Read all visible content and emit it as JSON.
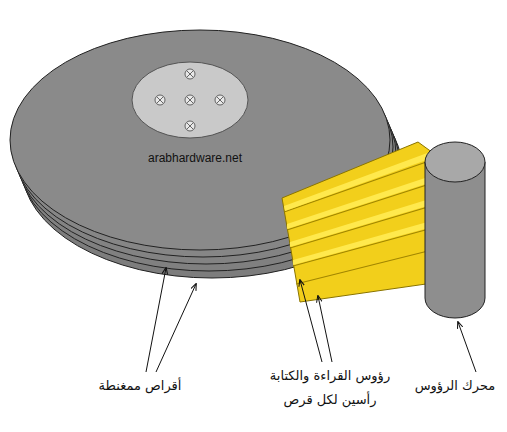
{
  "diagram": {
    "labels": [
      "arabhardware.net",
      "أقراص ممغنطة",
      "رؤوس القراءة والكتابة",
      "رأسين لكل قرص",
      "محرك الرؤوس"
    ]
  }
}
